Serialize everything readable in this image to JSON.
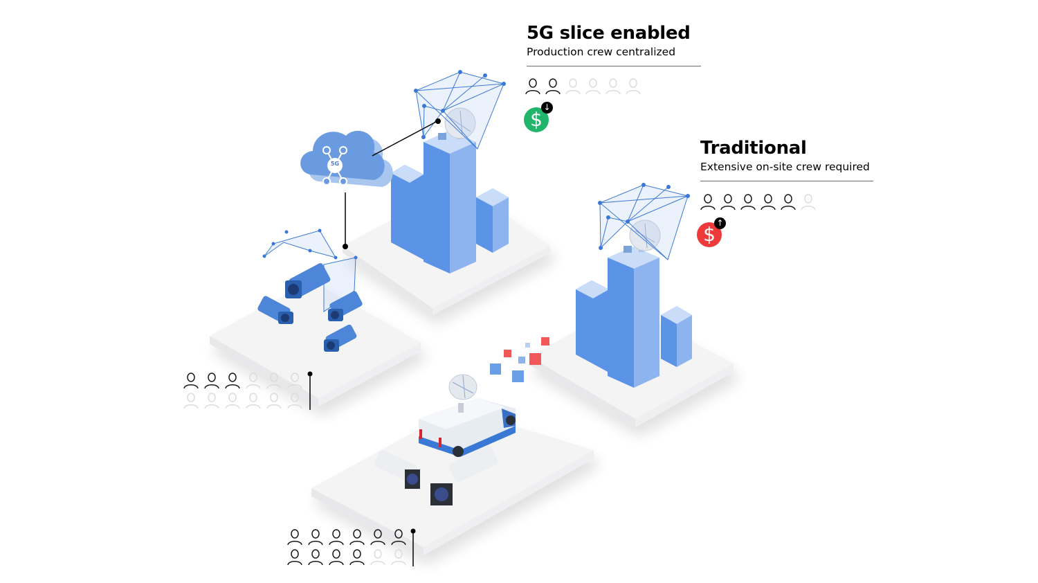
{
  "slice_panel": {
    "title": "5G slice enabled",
    "subtitle": "Production crew centralized",
    "crew_active": 2,
    "crew_total": 6,
    "cost_icon": "dollar-icon",
    "cost_trend": "down",
    "cost_color": "#21b46b",
    "cost_symbol": "$",
    "arrow_symbol": "↓"
  },
  "traditional_panel": {
    "title": "Traditional",
    "subtitle": "Extensive on-site crew required",
    "crew_active": 5,
    "crew_total": 6,
    "cost_icon": "dollar-icon",
    "cost_trend": "up",
    "cost_color": "#ee3a3a",
    "cost_symbol": "$",
    "arrow_symbol": "↑"
  },
  "slice_site_crew": {
    "rows": 2,
    "per_row": 6,
    "active": 3
  },
  "traditional_site_crew": {
    "rows": 2,
    "per_row": 6,
    "active": 10
  },
  "cloud": {
    "label": "5G",
    "icon": "cloud-icon"
  },
  "colors": {
    "bar_dark": "#5b93e6",
    "bar_light": "#8db4ef",
    "bar_top": "#c9dcf8",
    "platform_top": "#f4f4f5",
    "platform_side": "#e9e9ec",
    "network": "#3a78d6",
    "person_active": "#1a1a1a",
    "person_inactive": "#dcdcdc",
    "cube_red": "#f2575a",
    "cube_blue": "#6a9ee9"
  }
}
